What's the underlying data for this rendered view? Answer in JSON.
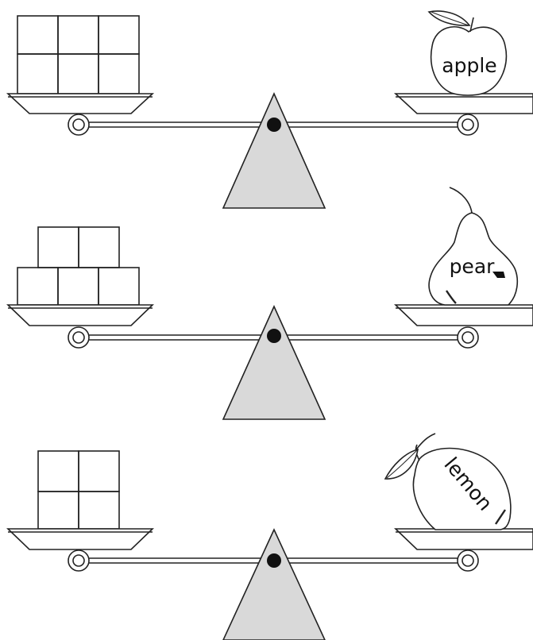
{
  "scales": [
    {
      "fruit": "apple",
      "fruit_label": "apple",
      "blocks_bottom_row": 3,
      "blocks_top_row": 3
    },
    {
      "fruit": "pear",
      "fruit_label": "pear",
      "blocks_bottom_row": 3,
      "blocks_top_row": 2
    },
    {
      "fruit": "lemon",
      "fruit_label": "lemon",
      "blocks_bottom_row": 2,
      "blocks_top_row": 2
    }
  ],
  "colors": {
    "line": "#222222",
    "fulcrum_fill": "#d9d9d9",
    "pivot": "#111111",
    "background": "#ffffff"
  }
}
